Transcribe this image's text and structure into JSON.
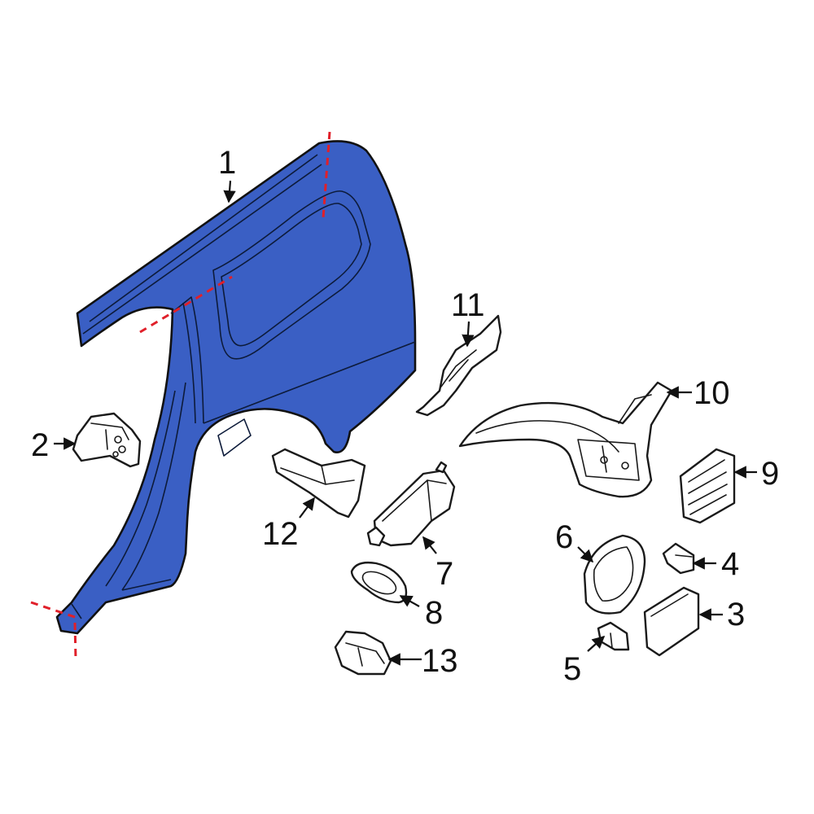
{
  "colors": {
    "highlight_fill": "#3a5fc4",
    "cut_line": "#e0202a",
    "outline": "#1a1a1a",
    "background": "#ffffff"
  },
  "callouts": [
    {
      "id": "1",
      "text": "1"
    },
    {
      "id": "2",
      "text": "2"
    },
    {
      "id": "3",
      "text": "3"
    },
    {
      "id": "4",
      "text": "4"
    },
    {
      "id": "5",
      "text": "5"
    },
    {
      "id": "6",
      "text": "6"
    },
    {
      "id": "7",
      "text": "7"
    },
    {
      "id": "8",
      "text": "8"
    },
    {
      "id": "9",
      "text": "9"
    },
    {
      "id": "10",
      "text": "10"
    },
    {
      "id": "11",
      "text": "11"
    },
    {
      "id": "12",
      "text": "12"
    },
    {
      "id": "13",
      "text": "13"
    }
  ]
}
